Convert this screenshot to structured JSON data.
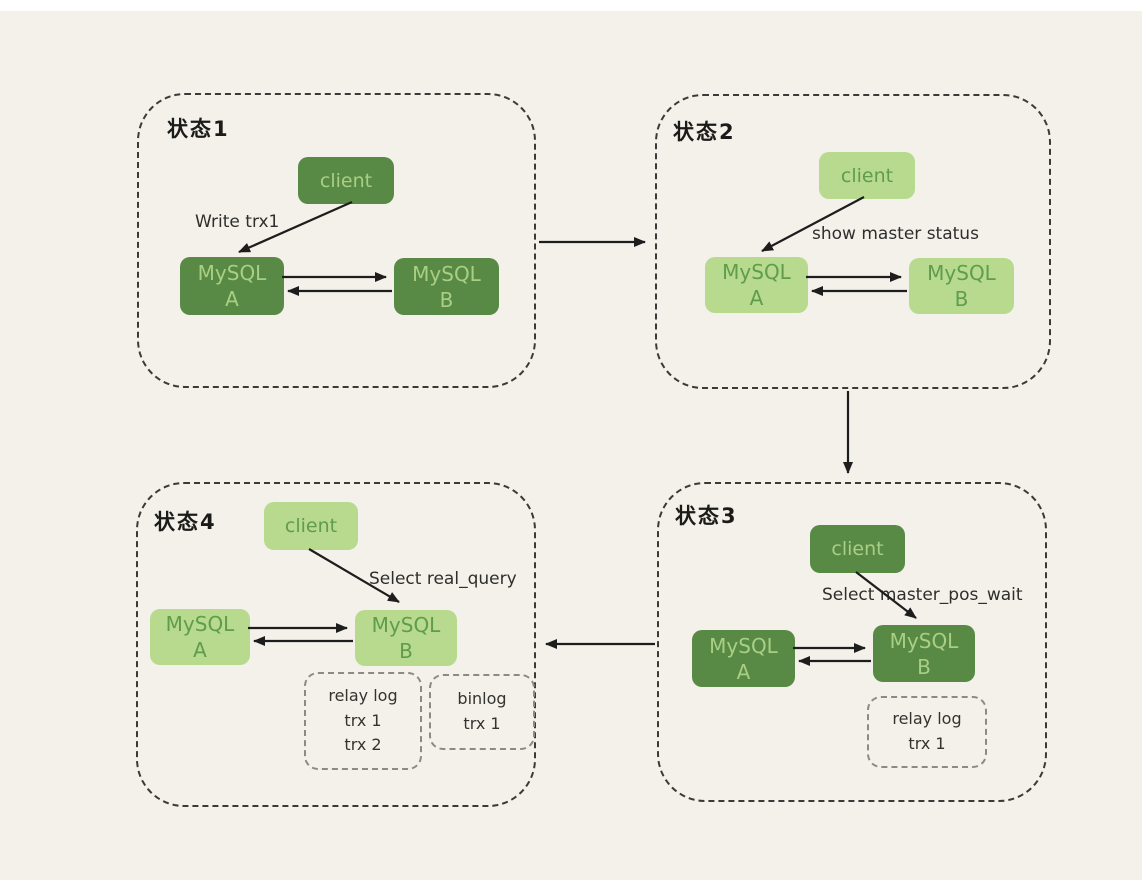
{
  "colors": {
    "page_bg": "#f3f1ea",
    "top_strip": "#ffffff",
    "dark_box": "#588a46",
    "dark_box_text": "#a9cf84",
    "light_box": "#b7da8f",
    "light_box_text": "#5f9c4c",
    "panel_border": "#3a3a38",
    "log_border": "#8b8b85",
    "arrow": "#1d1d1d",
    "label_text": "#2e2e2c"
  },
  "panels": [
    {
      "title": "状态1",
      "client": "client",
      "action": "Write trx1",
      "node_a": {
        "name": "MySQL",
        "id": "A"
      },
      "node_b": {
        "name": "MySQL",
        "id": "B"
      },
      "logs": []
    },
    {
      "title": "状态2",
      "client": "client",
      "action": "show master status",
      "node_a": {
        "name": "MySQL",
        "id": "A"
      },
      "node_b": {
        "name": "MySQL",
        "id": "B"
      },
      "logs": []
    },
    {
      "title": "状态3",
      "client": "client",
      "action": "Select master_pos_wait",
      "node_a": {
        "name": "MySQL",
        "id": "A"
      },
      "node_b": {
        "name": "MySQL",
        "id": "B"
      },
      "logs": [
        {
          "lines": [
            "relay log",
            "trx 1"
          ]
        }
      ]
    },
    {
      "title": "状态4",
      "client": "client",
      "action": "Select real_query",
      "node_a": {
        "name": "MySQL",
        "id": "A"
      },
      "node_b": {
        "name": "MySQL",
        "id": "B"
      },
      "logs": [
        {
          "lines": [
            "relay log",
            "trx 1",
            "trx 2"
          ]
        },
        {
          "lines": [
            "binlog",
            "trx 1"
          ]
        }
      ]
    }
  ],
  "connections": [
    {
      "from": "状态1",
      "to": "状态2",
      "direction": "right"
    },
    {
      "from": "状态2",
      "to": "状态3",
      "direction": "down"
    },
    {
      "from": "状态3",
      "to": "状态4",
      "direction": "left"
    }
  ]
}
